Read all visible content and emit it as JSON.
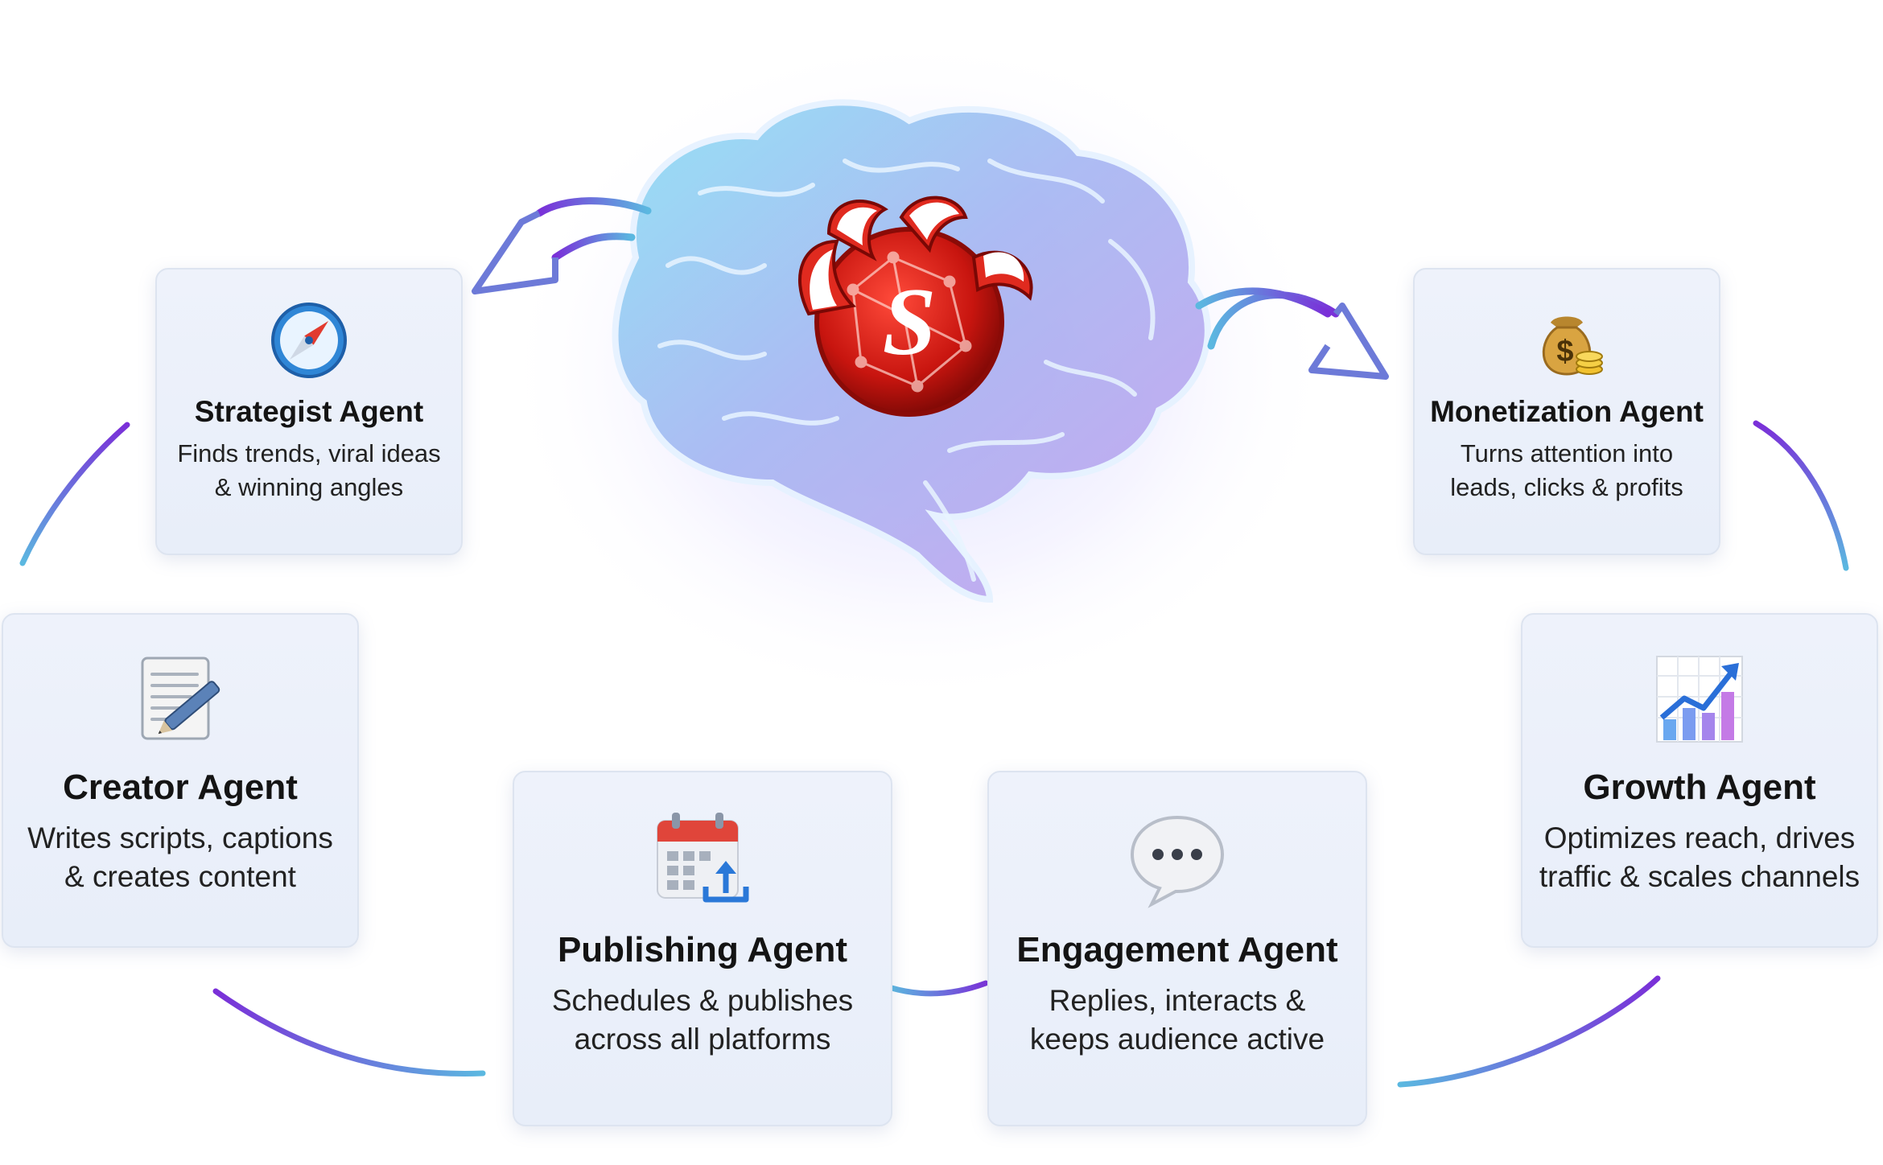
{
  "center": {
    "logo_letter": "S",
    "icon": "brain-claw-logo"
  },
  "agents": {
    "strategist": {
      "icon": "compass-icon",
      "title": "Strategist Agent",
      "desc": "Finds trends, viral ideas\n& winning angles"
    },
    "monetization": {
      "icon": "money-bag-icon",
      "title": "Monetization Agent",
      "desc": "Turns attention into\nleads, clicks & profits"
    },
    "creator": {
      "icon": "memo-pencil-icon",
      "title": "Creator Agent",
      "desc": "Writes scripts, captions\n& creates content"
    },
    "growth": {
      "icon": "growth-chart-icon",
      "title": "Growth Agent",
      "desc": "Optimizes reach, drives\ntraffic & scales channels"
    },
    "publishing": {
      "icon": "calendar-upload-icon",
      "title": "Publishing Agent",
      "desc": "Schedules & publishes\nacross all platforms"
    },
    "engagement": {
      "icon": "speech-bubble-icon",
      "title": "Engagement Agent",
      "desc": "Replies, interacts &\nkeeps audience active"
    }
  },
  "colors": {
    "flow_start": "#5bb8e0",
    "flow_end": "#7a2fd8",
    "logo_red": "#d0201a",
    "card_bg": "#eef2fb"
  }
}
